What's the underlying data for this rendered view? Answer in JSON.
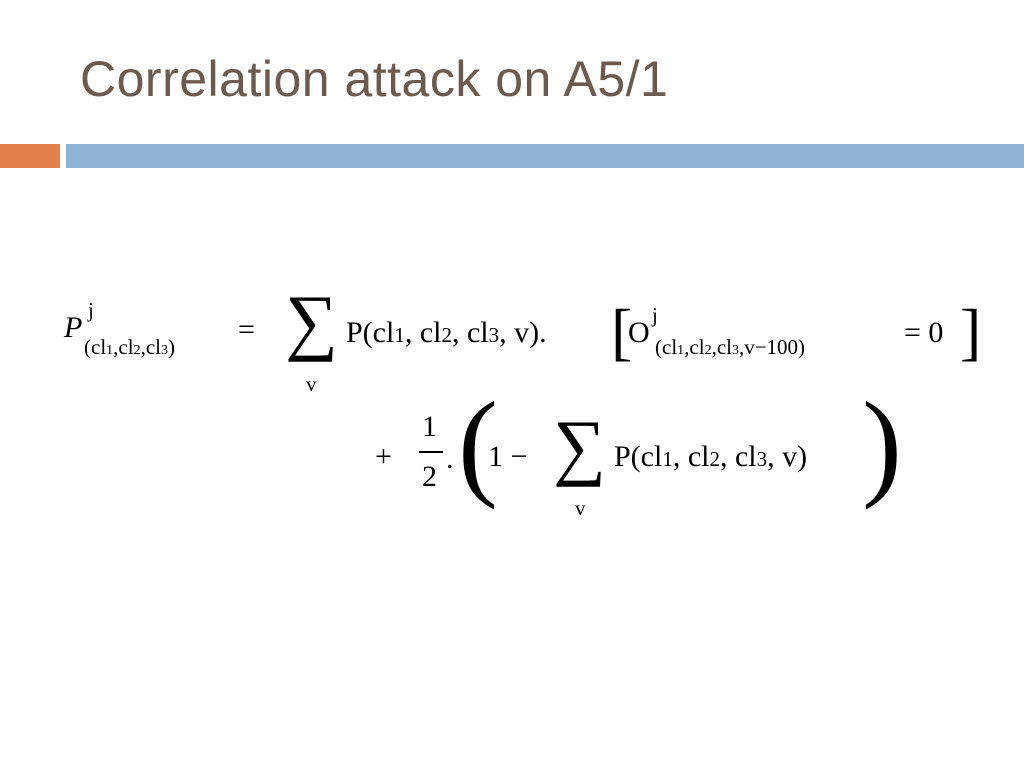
{
  "slide": {
    "title": "Correlation attack on A5/1",
    "colors": {
      "title": "#6b5a4d",
      "accent_orange": "#e0824a",
      "accent_blue": "#8fb3d4"
    }
  },
  "formula": {
    "lhs_symbol": "P",
    "lhs_sup": "j",
    "lhs_sub_open": "(cl",
    "lhs_sub_1": "1",
    "lhs_sub_sep1": ",cl",
    "lhs_sub_2": "2",
    "lhs_sub_sep2": ",cl",
    "lhs_sub_3": "3",
    "lhs_sub_close": ")",
    "equals": "=",
    "sigma": "∑",
    "sigma_index": "v",
    "term_open": "P(cl",
    "idx1": "1",
    "sep1": ", cl",
    "idx2": "2",
    "sep2": ", cl",
    "idx3": "3",
    "term_close": ", v).",
    "bracket_open": "[",
    "o_symbol": "O",
    "o_sup": "j",
    "o_sub_open": "(cl",
    "o_sub_1": "1",
    "o_sub_sep1": ",cl",
    "o_sub_2": "2",
    "o_sub_sep2": ",cl",
    "o_sub_3": "3",
    "o_sub_tail": ",v−100)",
    "o_equals": "= 0",
    "bracket_close": "]",
    "plus": "+",
    "frac_num": "1",
    "frac_den": "2",
    "dot": ".",
    "paren_open": "(",
    "one_minus": "1 −",
    "sigma2_index": "v",
    "term2_open": "P(cl",
    "t2_idx1": "1",
    "t2_sep1": ", cl",
    "t2_idx2": "2",
    "t2_sep2": ", cl",
    "t2_idx3": "3",
    "term2_close": ", v)",
    "paren_close": ")"
  }
}
